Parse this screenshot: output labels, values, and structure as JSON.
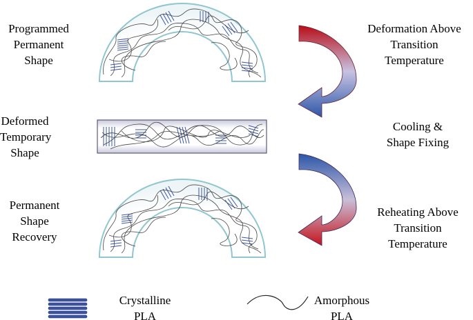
{
  "stages": [
    {
      "id": "programmed",
      "label": "Programmed\nPermanent\nShape"
    },
    {
      "id": "deformed",
      "label": "Deformed\nTemporary\nShape"
    },
    {
      "id": "recovery",
      "label": "Permanent\nShape\nRecovery"
    }
  ],
  "transitions": [
    {
      "id": "deformation",
      "label": "Deformation Above\nTransition\nTemperature"
    },
    {
      "id": "cooling",
      "label": "Cooling &\nShape Fixing"
    },
    {
      "id": "reheating",
      "label": "Reheating Above\nTransition\nTemperature"
    }
  ],
  "legend": {
    "crystalline": "Crystalline\nPLA",
    "amorphous": "Amorphous\nPLA"
  },
  "colors": {
    "shape_outline": "#8fc6cf",
    "arrow_red": "#c0131a",
    "arrow_blue": "#2f57a6",
    "crystal_blue": "#3b55a3",
    "chain": "#444444"
  }
}
